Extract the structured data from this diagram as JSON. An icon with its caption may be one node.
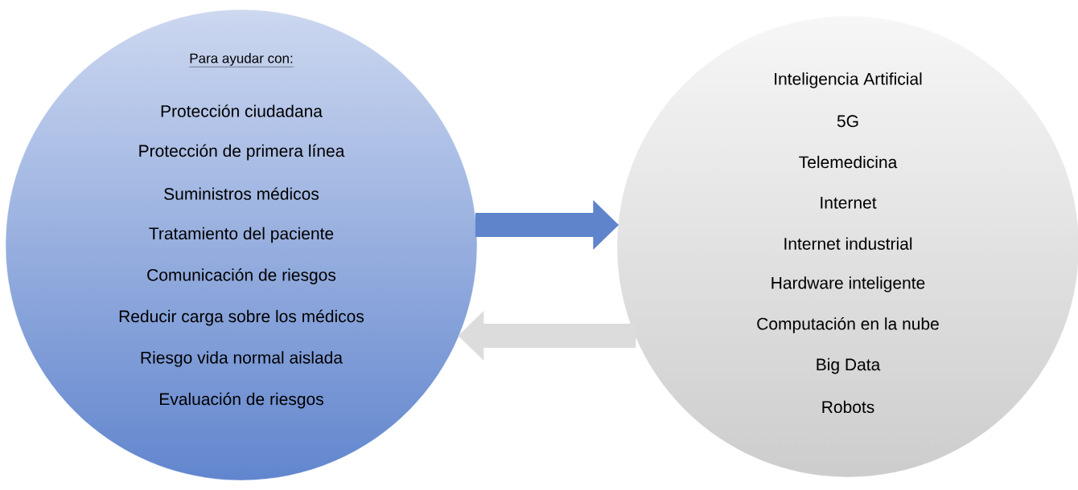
{
  "diagram": {
    "nodes": [
      {
        "text": [
          "Para ayudar con:",
          "Protección ciudadana",
          "Protección de primera línea",
          "Suministros médicos",
          "Tratamiento del paciente",
          "Comunicación de riesgos",
          "Reducir carga sobre los médicos",
          "Riesgo vida normal aislada",
          "Evaluación de riesgos"
        ]
      },
      {
        "text": [
          "Inteligencia Artificial",
          "5G",
          "Telemedicina",
          "Internet",
          "Internet industrial",
          "Hardware inteligente",
          "Computación en la nube",
          "Big Data",
          "Robots"
        ]
      }
    ],
    "edges": [
      {
        "from": 0,
        "to": 1,
        "arrow": "to",
        "color": "#5f84cc"
      },
      {
        "from": 1,
        "to": 0,
        "arrow": "to",
        "color": "#dcdcdc"
      }
    ]
  }
}
